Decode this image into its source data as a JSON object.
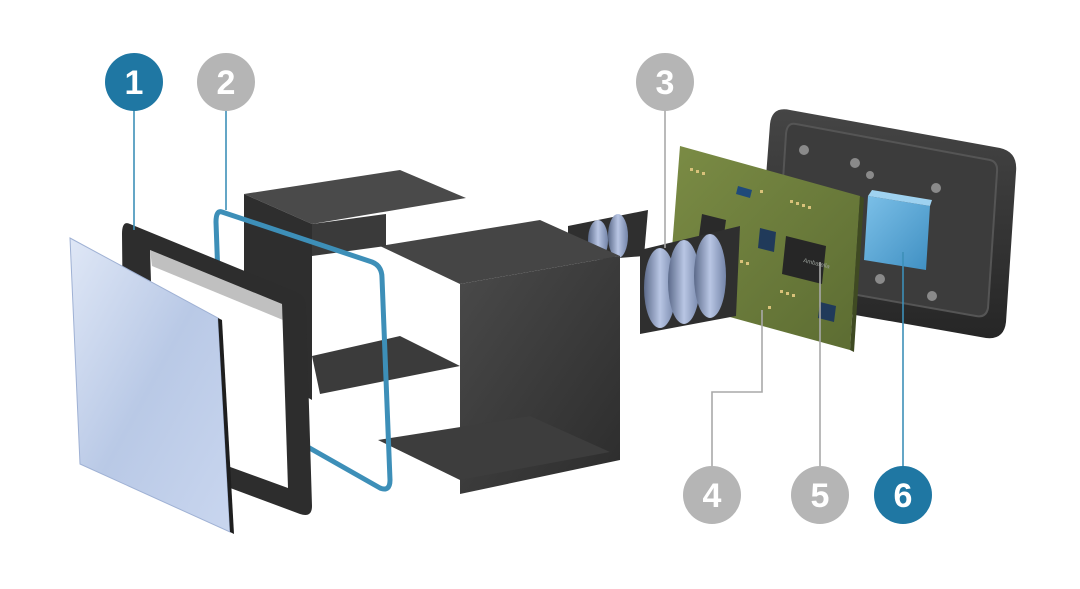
{
  "colors": {
    "accent": "#1f77a3",
    "inactive": "#b5b5b5",
    "leader_active": "#3d8fb8",
    "leader_inactive": "#a9a9a9",
    "housing": "#3a3a3a",
    "pcb": "#6e7f3c",
    "heatsink": "#5aa8d6",
    "glass": "#b9c9e6"
  },
  "callouts": [
    {
      "label": "1",
      "state": "active",
      "part": "cover-glass"
    },
    {
      "label": "2",
      "state": "inactive",
      "part": "gasket"
    },
    {
      "label": "3",
      "state": "inactive",
      "part": "lens-assembly"
    },
    {
      "label": "4",
      "state": "inactive",
      "part": "circuit-board"
    },
    {
      "label": "5",
      "state": "inactive",
      "part": "processor-chip"
    },
    {
      "label": "6",
      "state": "active",
      "part": "heat-sink"
    }
  ],
  "chip_marking": "Ambarella"
}
